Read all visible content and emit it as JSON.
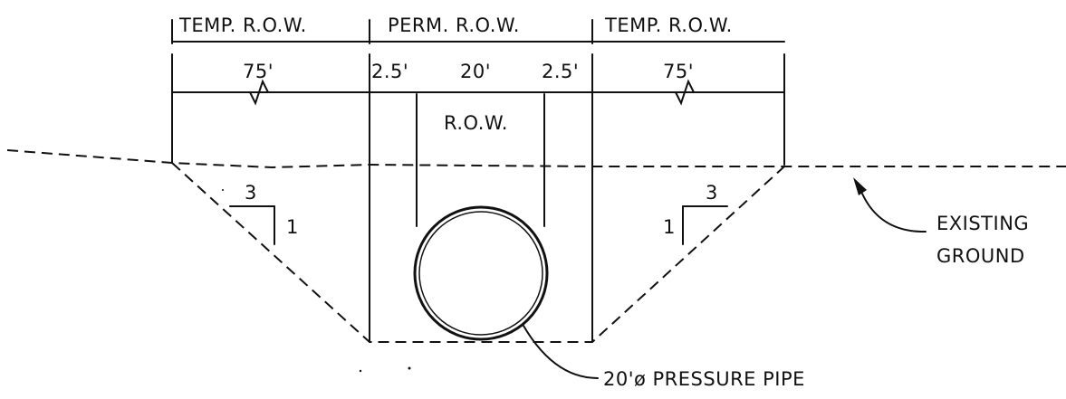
{
  "labels": {
    "temp_row_left": "TEMP. R.O.W.",
    "perm_row": "PERM. R.O.W.",
    "temp_row_right": "TEMP. R.O.W.",
    "dim_left": "75'",
    "dim_perm_left": "2.5'",
    "dim_center": "20'",
    "dim_perm_right": "2.5'",
    "dim_right": "75'",
    "row": "R.O.W.",
    "slope_left_run": "3",
    "slope_left_rise": "1",
    "slope_right_run": "3",
    "slope_right_rise": "1",
    "existing_ground_line1": "EXISTING",
    "existing_ground_line2": "GROUND",
    "pipe_label": "20'ø PRESSURE PIPE"
  }
}
